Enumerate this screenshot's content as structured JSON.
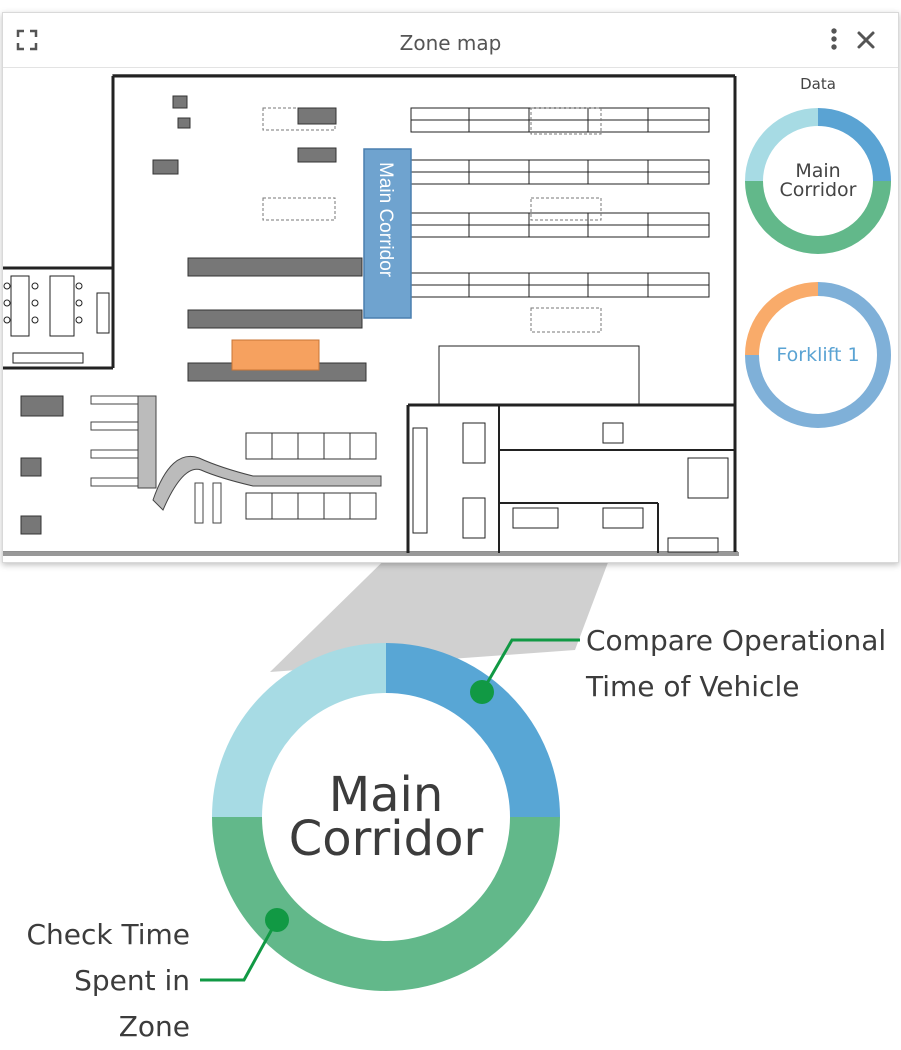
{
  "window": {
    "title": "Zone map",
    "colors": {
      "border": "#d9d9d9",
      "title": "#555555"
    },
    "icons": {
      "expand": "expand-icon",
      "menu": "kebab-menu-icon",
      "close": "close-icon"
    }
  },
  "floorplan": {
    "zone_label": "Main Corridor",
    "zone_color": "#6fa3cf",
    "highlight_color": "#f6a15f"
  },
  "sidebar": {
    "label": "Data",
    "donut_main": {
      "line1": "Main",
      "line2": "Corridor",
      "segments": [
        {
          "color": "#5aa3d3",
          "value": 0.25
        },
        {
          "color": "#62b88a",
          "value": 0.5
        },
        {
          "color": "#a7dbe4",
          "value": 0.25
        }
      ]
    },
    "donut_forklift": {
      "label": "Forklift 1",
      "segments": [
        {
          "color": "#7fb0d8",
          "value": 0.75
        },
        {
          "color": "#f9ab6a",
          "value": 0.25
        }
      ]
    }
  },
  "detail": {
    "line1": "Main",
    "line2": "Corridor",
    "callout_top_line1": "Compare Operational",
    "callout_top_line2": "Time of Vehicle",
    "callout_bottom_line1": "Check Time",
    "callout_bottom_line2": "Spent in Zone",
    "callout_color": "#119944",
    "segments": [
      {
        "color": "#58a6d5",
        "value": 0.25
      },
      {
        "color": "#62b88a",
        "value": 0.5
      },
      {
        "color": "#a7dbe4",
        "value": 0.25
      }
    ]
  }
}
